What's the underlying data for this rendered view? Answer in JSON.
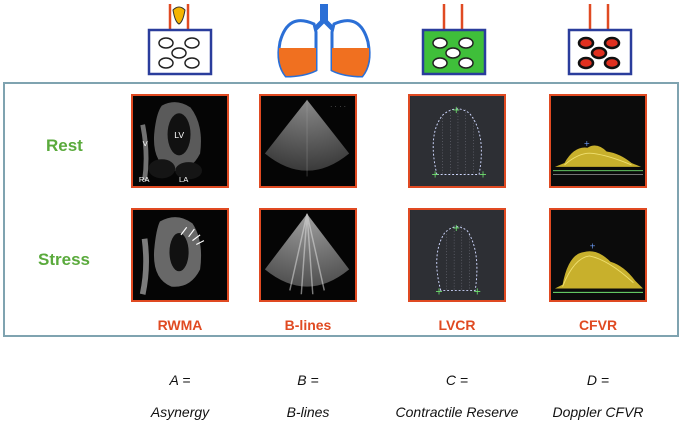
{
  "rows": {
    "rest_label": "Rest",
    "stress_label": "Stress"
  },
  "columns": [
    {
      "label": "RWMA",
      "equation": "A =",
      "term": "Asynergy",
      "icon": "ventricle-segments-icon"
    },
    {
      "label": "B-lines",
      "equation": "B =",
      "term": "B-lines",
      "icon": "lungs-icon"
    },
    {
      "label": "LVCR",
      "equation": "C =",
      "term": "Contractile Reserve",
      "icon": "green-myocardium-icon"
    },
    {
      "label": "CFVR",
      "equation": "D =",
      "term": "Doppler CFVR",
      "icon": "coronary-flow-icon"
    }
  ],
  "echo_labels": {
    "lv": "LV",
    "la": "LA",
    "ra": "RA",
    "rv": "V"
  },
  "colors": {
    "accent_orange": "#e04a22",
    "label_green": "#5aaa3c",
    "frame_blue": "#7fa3b0",
    "lung_orange": "#f07020",
    "lung_blue": "#2b6fd6",
    "myocardium_green": "#3fbf3a",
    "doppler_yellow": "#d8c030"
  }
}
